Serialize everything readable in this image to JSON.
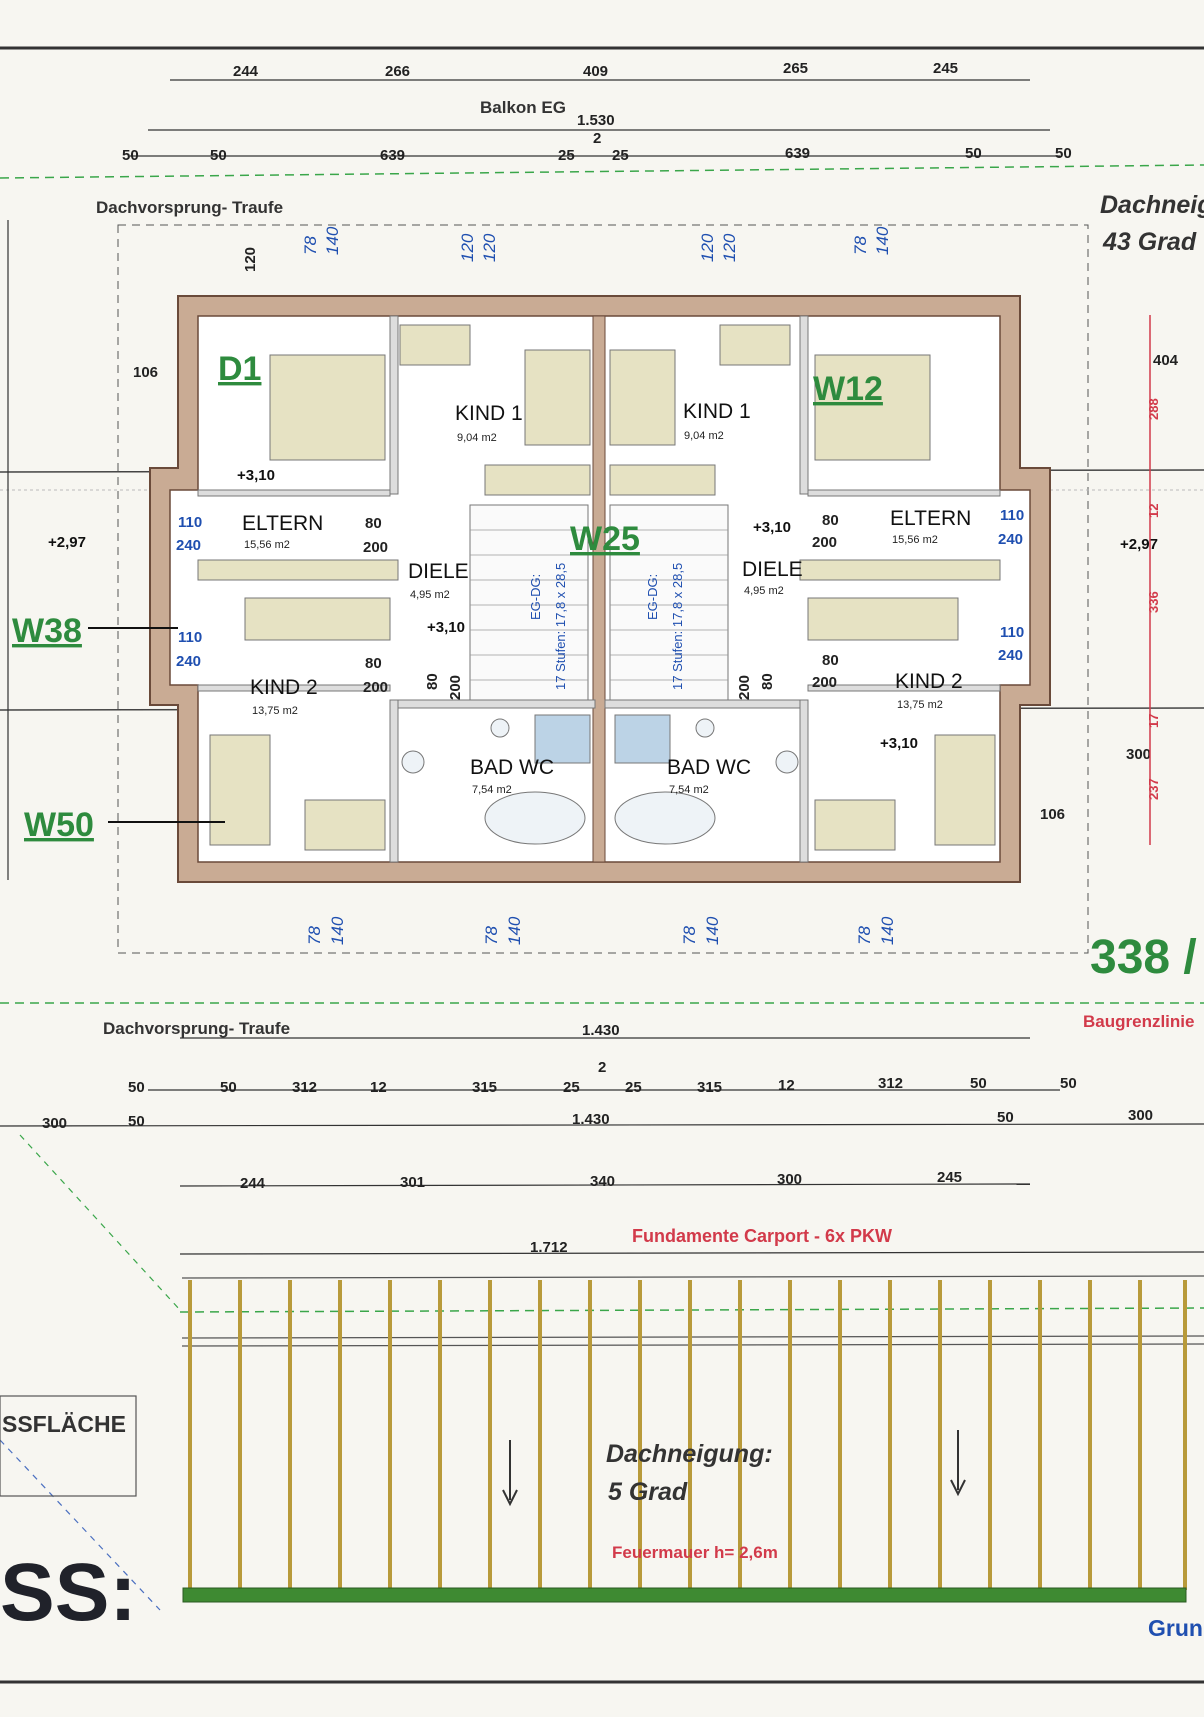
{
  "labels": {
    "balkon": "Balkon EG",
    "traufe_top": "Dachvorsprung- Traufe",
    "traufe_bottom": "Dachvorsprung- Traufe",
    "dachneigung_top_1": "Dachneig",
    "dachneigung_top_2": "43 Grad",
    "baugrenze": "Baugrenzlinie",
    "big_number": "338 /",
    "carport": "Fundamente Carport - 6x PKW",
    "dachneigung_carport_1": "Dachneigung:",
    "dachneigung_carport_2": "5 Grad",
    "feuermauer": "Feuermauer h= 2,6m",
    "grundriss_box": "SSFLÄCHE",
    "grundriss_big": "SS:",
    "grun": "Grun"
  },
  "codes": {
    "d1": "D1",
    "w12": "W12",
    "w25": "W25",
    "w38": "W38",
    "w50": "W50"
  },
  "rooms": {
    "kind1_l": "KIND 1",
    "kind1_l_area": "9,04 m2",
    "kind1_r": "KIND 1",
    "kind1_r_area": "9,04 m2",
    "eltern_l": "ELTERN",
    "eltern_l_area": "15,56 m2",
    "eltern_r": "ELTERN",
    "eltern_r_area": "15,56 m2",
    "diele_l": "DIELE",
    "diele_l_area": "4,95 m2",
    "diele_r": "DIELE",
    "diele_r_area": "4,95 m2",
    "kind2_l": "KIND 2",
    "kind2_l_area": "13,75 m2",
    "kind2_r": "KIND 2",
    "kind2_r_area": "13,75 m2",
    "bad_l": "BAD WC",
    "bad_l_area": "7,54 m2",
    "bad_r": "BAD WC",
    "bad_r_area": "7,54 m2"
  },
  "levels": {
    "l1": "+3,10",
    "l2": "+3,10",
    "l3": "+3,10",
    "l4": "+3,10",
    "l5": "+2,97",
    "l6": "+2,97"
  },
  "stairs": {
    "left_1": "EG-DG:",
    "left_2": "17 Stufen: 17,8 x 28,5",
    "right_1": "EG-DG:",
    "right_2": "17 Stufen: 17,8 x 28,5"
  },
  "dims_top1": [
    "244",
    "266",
    "409",
    "265",
    "245"
  ],
  "dims_top2": {
    "total": "1.530",
    "mid": "2"
  },
  "dims_top3": [
    "50",
    "50",
    "639",
    "25",
    "25",
    "639",
    "50",
    "50"
  ],
  "dims_misc": {
    "d120": "120",
    "d106a": "106",
    "d106b": "106",
    "d404": "404",
    "d300r": "300"
  },
  "dims_red_vertical": [
    "288",
    "12",
    "336",
    "17",
    "237"
  ],
  "dims_bottom1": {
    "total": "1.430",
    "mid": "2"
  },
  "dims_bottom2": [
    "50",
    "50",
    "312",
    "12",
    "315",
    "25",
    "25",
    "315",
    "12",
    "312",
    "50",
    "50"
  ],
  "dims_bottom3": {
    "left300": "300",
    "left50": "50",
    "total": "1.430",
    "right50": "50",
    "right300": "300"
  },
  "dims_bottom4": [
    "244",
    "301",
    "340",
    "300",
    "245"
  ],
  "dim_carport": "1.712",
  "window_top": [
    [
      "78",
      "140"
    ],
    [
      "120",
      "120"
    ],
    [
      "120",
      "120"
    ],
    [
      "78",
      "140"
    ]
  ],
  "window_bottom": [
    [
      "78",
      "140"
    ],
    [
      "78",
      "140"
    ],
    [
      "78",
      "140"
    ],
    [
      "78",
      "140"
    ]
  ],
  "door_left": [
    [
      "110",
      "240"
    ],
    [
      "80",
      "200"
    ],
    [
      "80",
      "200"
    ],
    [
      "110",
      "240"
    ],
    [
      "80",
      "200"
    ]
  ],
  "door_right": [
    [
      "110",
      "240"
    ],
    [
      "80",
      "200"
    ],
    [
      "80",
      "200"
    ],
    [
      "110",
      "240"
    ],
    [
      "80",
      "200"
    ]
  ],
  "colors": {
    "wall": "#c9ab94",
    "wall_stroke": "#6a4a3a",
    "green_text": "#2e8b3e",
    "blue_text": "#1f4fb0",
    "red_text": "#d23a4a",
    "green_dash": "#3aa64a",
    "furniture": "#e6e2c3"
  }
}
